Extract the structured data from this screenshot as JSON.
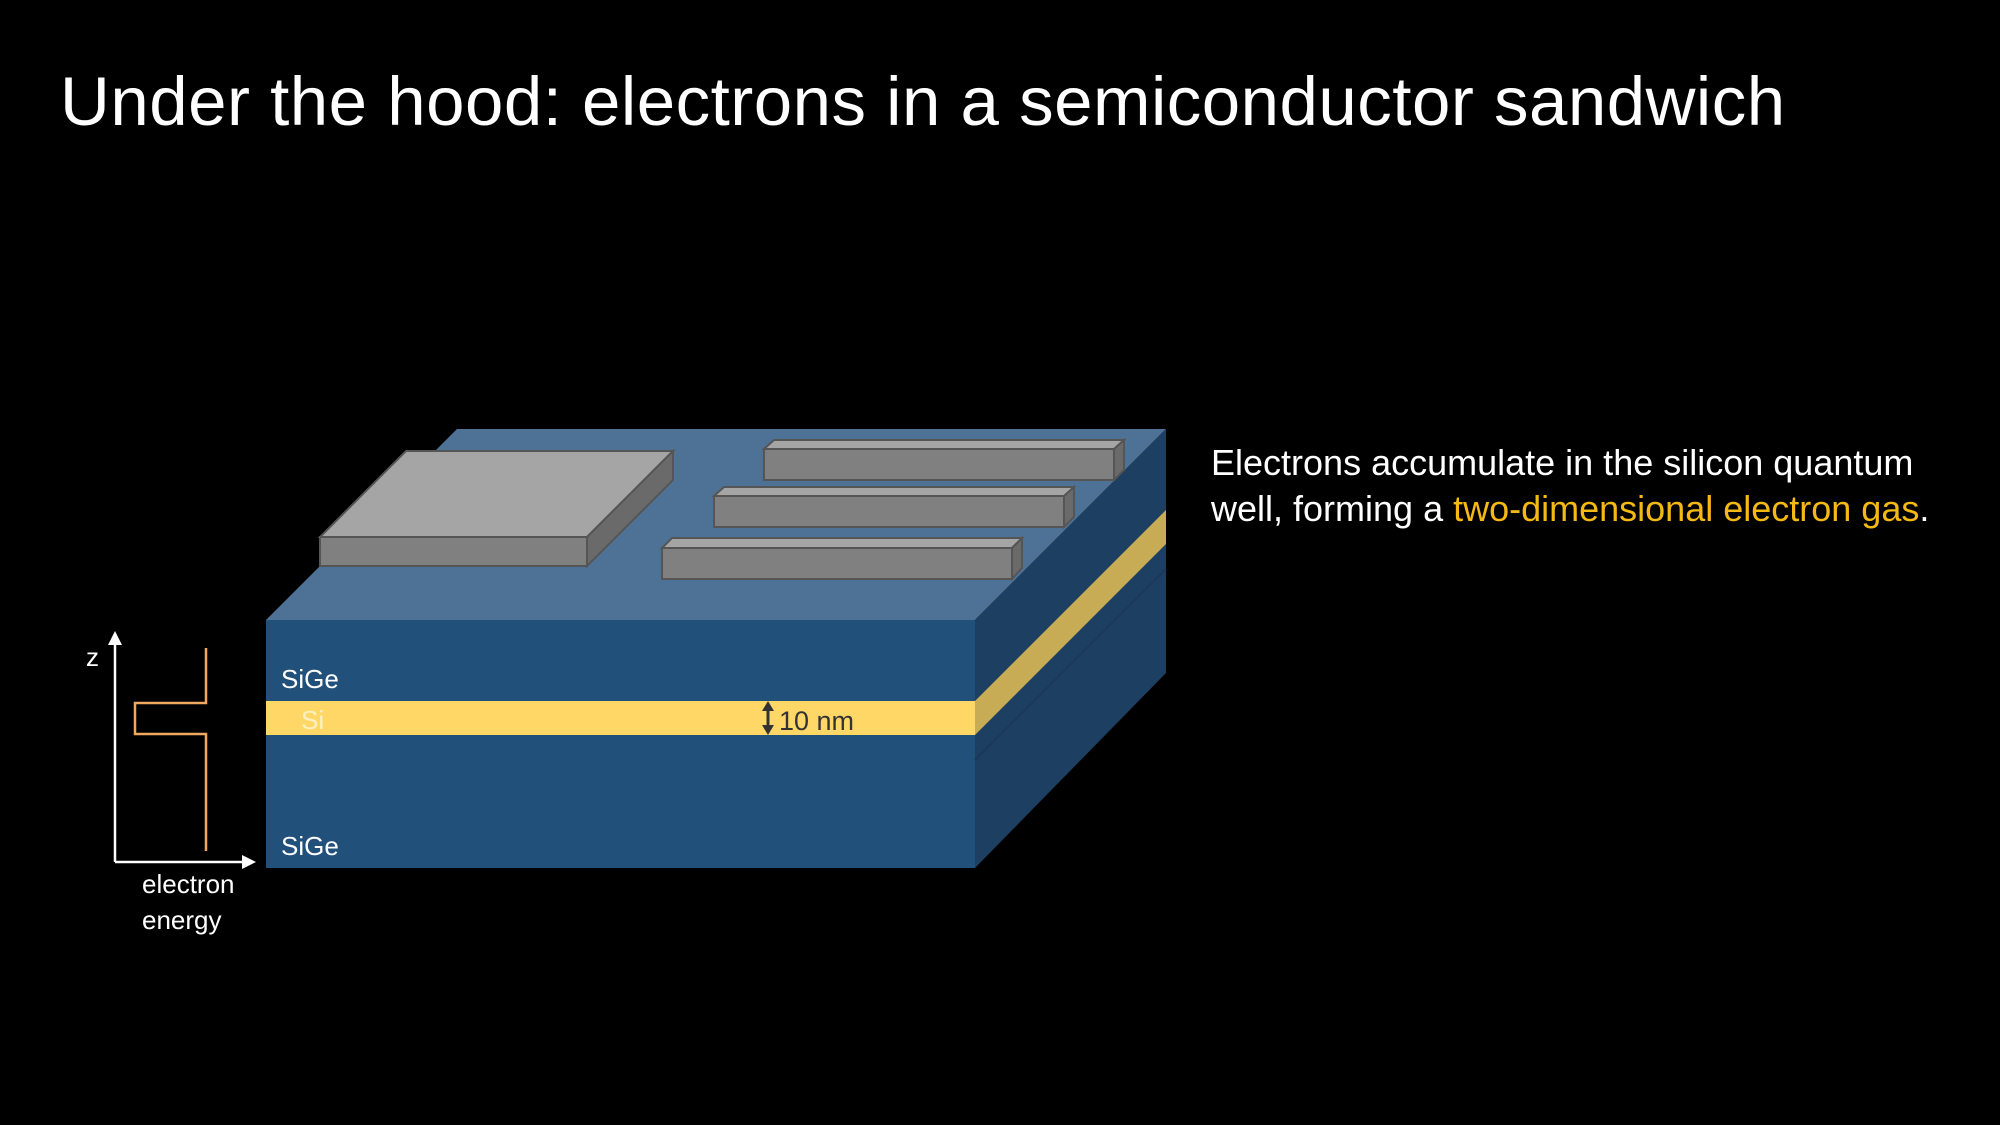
{
  "slide": {
    "title": "Under the hood: electrons in a semiconductor sandwich"
  },
  "diagram": {
    "layers": {
      "top_label": "SiGe",
      "well_label": "Si",
      "bottom_label": "SiGe",
      "thickness_label": "10 nm"
    },
    "energy_plot": {
      "z_axis_label": "z",
      "x_axis_label_line1": "electron",
      "x_axis_label_line2": "energy"
    },
    "colors": {
      "sige_front": "#21507a",
      "sige_top": "#4e7296",
      "sige_side": "#1d3f61",
      "si_front": "#fed766",
      "si_side": "#c8ab55",
      "gate_top": "#a5a5a5",
      "gate_front": "#808080",
      "gate_side": "#6a6a6a",
      "potential_line": "#f0a860"
    }
  },
  "caption": {
    "part1": "Electrons accumulate in the silicon quantum well, forming a ",
    "highlight": "two-dimensional electron gas",
    "part2": ".",
    "highlight_color": "#f5b914"
  }
}
